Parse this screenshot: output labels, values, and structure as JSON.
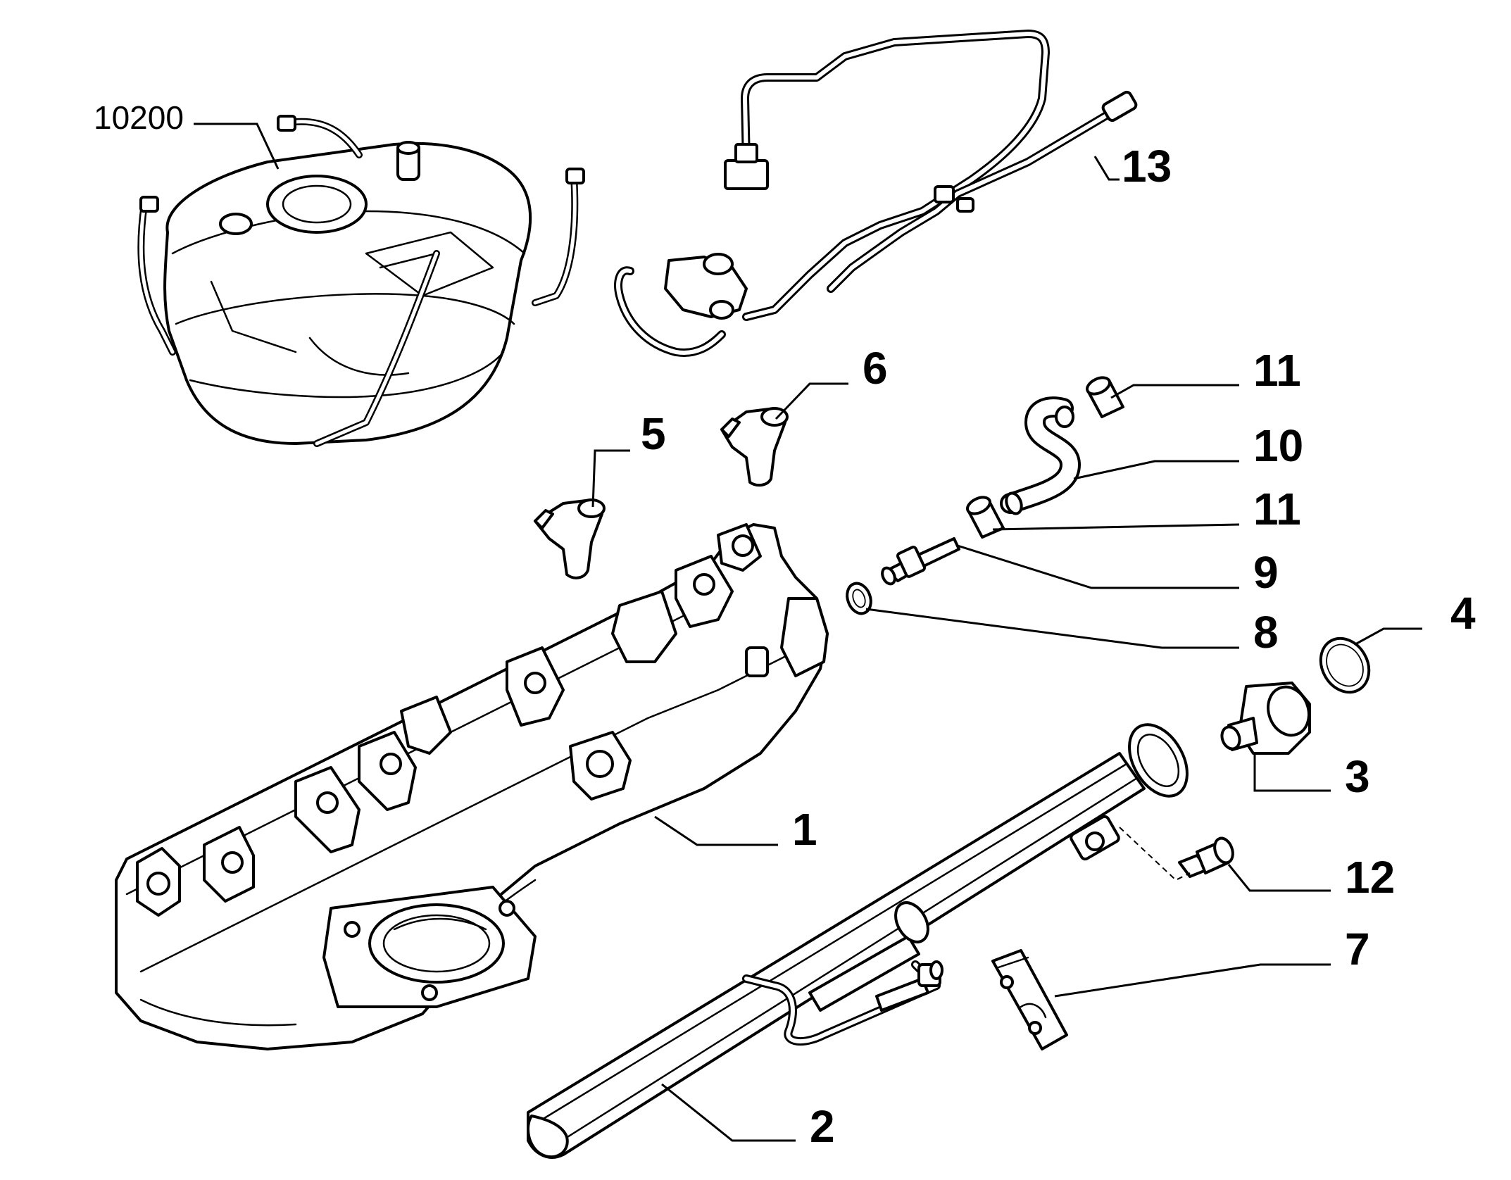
{
  "callouts": [
    {
      "id": "ref-10200",
      "label": "10200"
    },
    {
      "id": "13",
      "label": "13"
    },
    {
      "id": "6",
      "label": "6"
    },
    {
      "id": "5",
      "label": "5"
    },
    {
      "id": "11a",
      "label": "11"
    },
    {
      "id": "10",
      "label": "10"
    },
    {
      "id": "11b",
      "label": "11"
    },
    {
      "id": "9",
      "label": "9"
    },
    {
      "id": "8",
      "label": "8"
    },
    {
      "id": "4",
      "label": "4"
    },
    {
      "id": "3",
      "label": "3"
    },
    {
      "id": "1",
      "label": "1"
    },
    {
      "id": "12",
      "label": "12"
    },
    {
      "id": "7",
      "label": "7"
    },
    {
      "id": "2",
      "label": "2"
    }
  ],
  "colors": {
    "line": "#000000",
    "background": "#ffffff"
  }
}
